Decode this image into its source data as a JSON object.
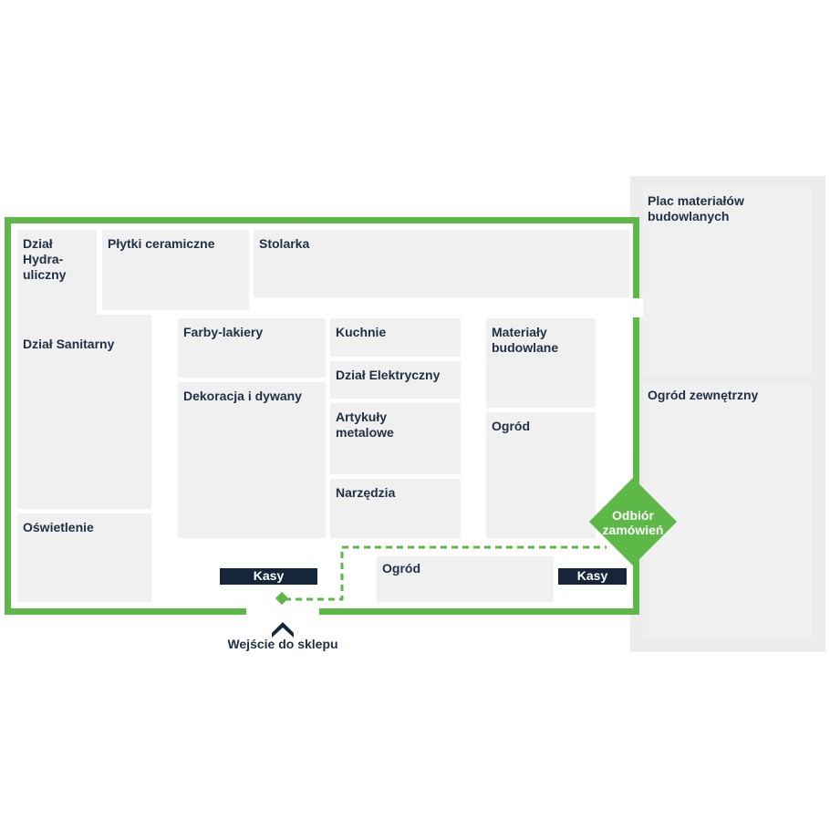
{
  "map": {
    "zones": {
      "hydraulic": "Dział\nHydra-\nuliczny",
      "tiles": "Płytki ceramiczne",
      "joinery": "Stolarka",
      "sanitary": "Dział Sanitarny",
      "lighting": "Oświetlenie",
      "paints": "Farby-lakiery",
      "decoration": "Dekoracja i dywany",
      "kitchens": "Kuchnie",
      "electrical": "Dział Elektryczny",
      "metal": "Artykuły\nmetalowe",
      "tools": "Narzędzia",
      "materials": "Materiały\nbudowlane",
      "garden_inner": "Ogród",
      "garden_bottom": "Ogród",
      "yard": "Plac materiałów\nbudowlanych",
      "outdoor_garden": "Ogród zewnętrzny"
    },
    "checkouts": {
      "left": "Kasy",
      "right": "Kasy"
    },
    "order_pickup": "Odbiór\nzamówień",
    "entrance": "Wejście do sklepu",
    "colors": {
      "brand_green": "#5db848",
      "navy": "#15253a",
      "zone_fill": "#f0f0f0"
    }
  }
}
